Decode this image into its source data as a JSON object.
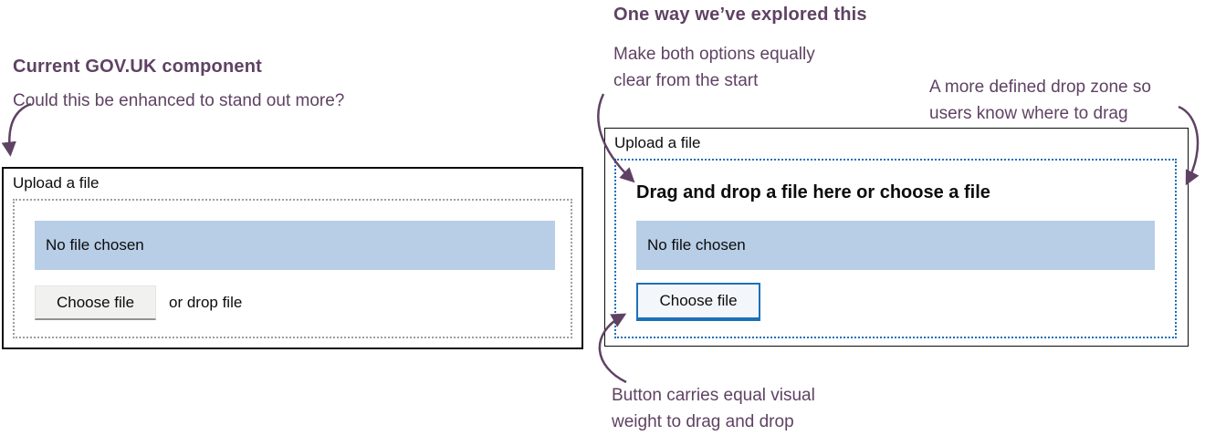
{
  "palette": {
    "annotation_purple": "#5f4263",
    "govuk_blue": "#1d70b8",
    "text_black": "#0b0c0c",
    "file_bar_blue": "#b8cde6",
    "gray_dotted_border": "#9e9e9e",
    "gray_button_bg": "#f1f1ef",
    "blue_button_bg": "#f3f7fb"
  },
  "left_panel": {
    "title": "Current GOV.UK component",
    "subtitle": "Could this be enhanced to stand out more?",
    "component": {
      "label": "Upload a file",
      "file_status": "No file chosen",
      "choose_button_label": "Choose file",
      "drop_hint": "or drop file"
    }
  },
  "right_panel": {
    "title": "One way we’ve explored this",
    "annotations": {
      "options": [
        "Make both options equally",
        "clear from the start"
      ],
      "dropzone": [
        "A more defined drop zone so",
        "users know where to drag"
      ],
      "button": [
        "Button carries equal visual",
        "weight to drag and drop"
      ]
    },
    "component": {
      "label": "Upload a file",
      "heading": "Drag and drop a file here or choose a file",
      "file_status": "No file chosen",
      "choose_button_label": "Choose file"
    }
  }
}
